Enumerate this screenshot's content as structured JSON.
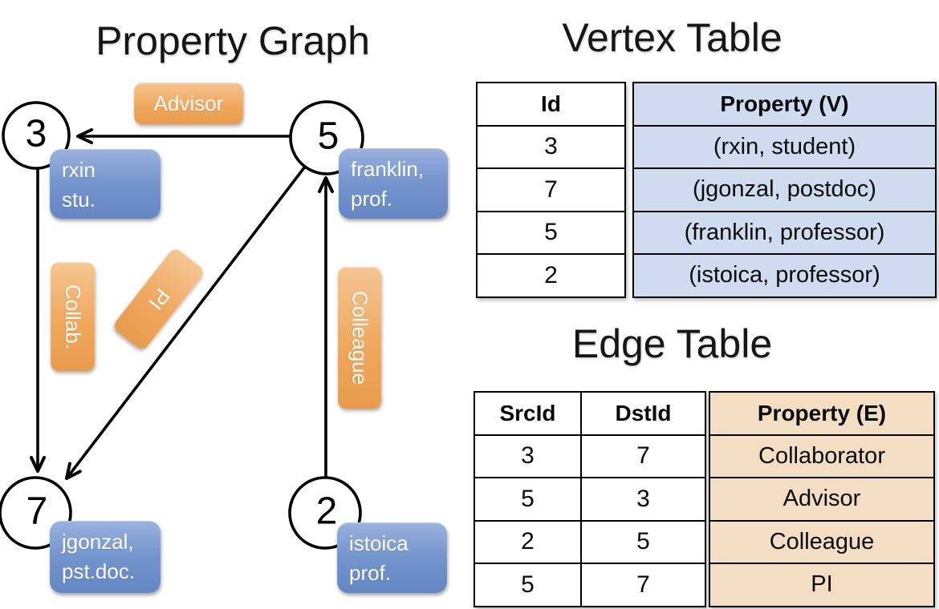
{
  "graph": {
    "title": "Property Graph",
    "nodes": [
      {
        "id": "3",
        "line1": "rxin",
        "line2": "stu."
      },
      {
        "id": "5",
        "line1": "franklin,",
        "line2": "prof."
      },
      {
        "id": "7",
        "line1": "jgonzal,",
        "line2": "pst.doc."
      },
      {
        "id": "2",
        "line1": "istoica",
        "line2": "prof."
      }
    ],
    "edges": [
      {
        "label": "Advisor",
        "from": "5",
        "to": "3"
      },
      {
        "label": "Collab.",
        "from": "3",
        "to": "7"
      },
      {
        "label": "PI",
        "from": "5",
        "to": "7"
      },
      {
        "label": "Colleague",
        "from": "2",
        "to": "5"
      }
    ]
  },
  "vertex_table": {
    "title": "Vertex Table",
    "columns": [
      "Id",
      "Property (V)"
    ],
    "rows": [
      [
        "3",
        "(rxin, student)"
      ],
      [
        "7",
        "(jgonzal, postdoc)"
      ],
      [
        "5",
        "(franklin, professor)"
      ],
      [
        "2",
        "(istoica, professor)"
      ]
    ]
  },
  "edge_table": {
    "title": "Edge Table",
    "columns": [
      "SrcId",
      "DstId",
      "Property (E)"
    ],
    "rows": [
      [
        "3",
        "7",
        "Collaborator"
      ],
      [
        "5",
        "3",
        "Advisor"
      ],
      [
        "2",
        "5",
        "Colleague"
      ],
      [
        "5",
        "7",
        "PI"
      ]
    ]
  },
  "colors": {
    "vertex_box_blue": "#7394cc",
    "edge_label_orange": "#f0a85e",
    "vertex_column_fill": "#cfdcf0",
    "edge_column_fill": "#f3ddc3",
    "line_black": "#000000"
  }
}
